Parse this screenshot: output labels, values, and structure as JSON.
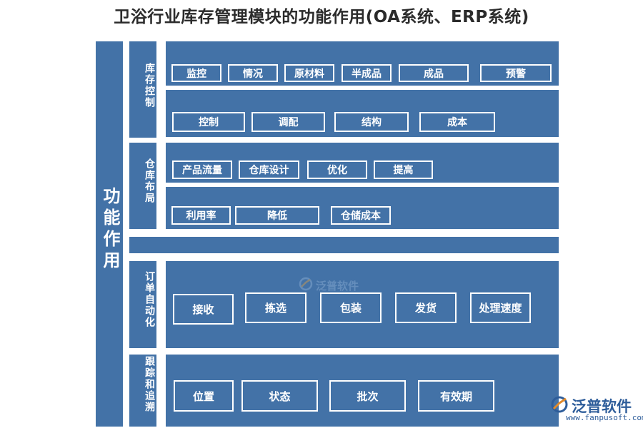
{
  "title": "卫浴行业库存管理模块的功能作用(OA系统、ERP系统)",
  "main_label": "功能作用",
  "categories": {
    "inventory_control": {
      "label": "库存控制",
      "row1": [
        "监控",
        "情况",
        "原材料",
        "半成品",
        "成品",
        "预警"
      ],
      "row2": [
        "控制",
        "调配",
        "结构",
        "成本"
      ]
    },
    "warehouse_layout": {
      "label": "仓库布局",
      "row1": [
        "产品流量",
        "仓库设计",
        "优化",
        "提高"
      ],
      "row2": [
        "利用率",
        "降低",
        "仓储成本"
      ]
    },
    "order_automation": {
      "label": "订单自动化",
      "row1": [
        "接收",
        "拣选",
        "包装",
        "发货",
        "处理速度"
      ]
    },
    "tracking": {
      "label": "跟踪和追溯",
      "row1": [
        "位置",
        "状态",
        "批次",
        "有效期"
      ]
    }
  },
  "watermark": {
    "brand": "泛普软件",
    "url": "www.fanpusoft.com"
  },
  "colors": {
    "block": "#4372a7",
    "text": "#ffffff",
    "title": "#2b2b2b"
  }
}
